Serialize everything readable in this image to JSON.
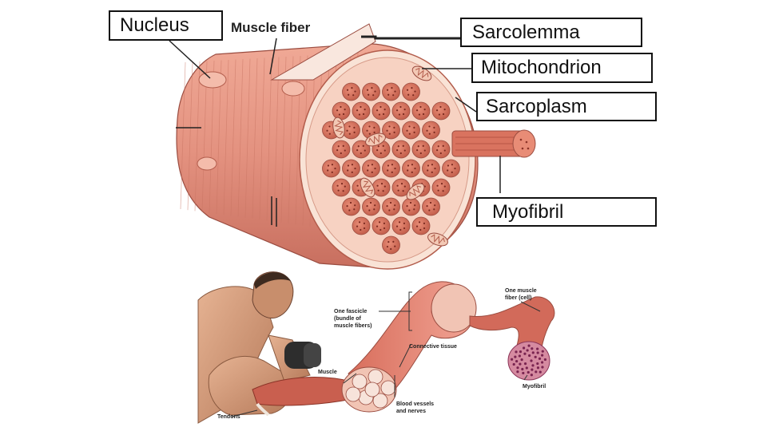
{
  "fiber_diagram": {
    "tag_muscle_fiber": "Muscle fiber",
    "labels": {
      "nucleus": "Nucleus",
      "sarcolemma": "Sarcolemma",
      "mitochondrion": "Mitochondrion",
      "sarcoplasm": "Sarcoplasm",
      "myofibril": "Myofibril"
    }
  },
  "muscle_diagram": {
    "fascicle": [
      "One fascicle",
      "(bundle of",
      "muscle fibers)"
    ],
    "connective_tissue": "Connective tissue",
    "muscle": "Muscle",
    "tendons": "Tendons",
    "blood_vessels": [
      "Blood vessels",
      "and nerves"
    ],
    "one_muscle_fiber": [
      "One muscle",
      "fiber (cell)"
    ],
    "myofibril": "Myofibril"
  },
  "colors": {
    "fiber_skin": "#e3917f",
    "fiber_dark": "#c86f5f",
    "cross_section": "#f7d2c2",
    "myofibril_fill": "#d9735f",
    "leader_line": "#222222"
  }
}
